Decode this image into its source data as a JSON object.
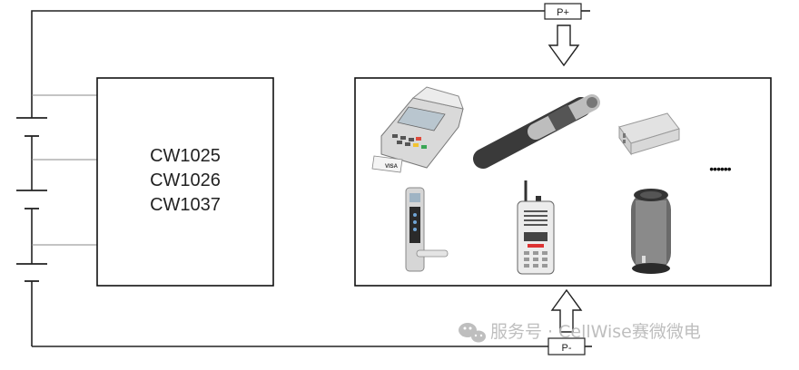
{
  "terminals": {
    "positive": "P+",
    "negative": "P-"
  },
  "chip": {
    "models": [
      "CW1025",
      "CW1026",
      "CW1037"
    ]
  },
  "devices": {
    "ellipsis": "••••••",
    "items": [
      {
        "name": "pos-terminal-icon",
        "label": "VISA"
      },
      {
        "name": "handheld-scanner-icon"
      },
      {
        "name": "power-bank-icon"
      },
      {
        "name": "smart-door-lock-icon"
      },
      {
        "name": "walkie-talkie-icon"
      },
      {
        "name": "bluetooth-speaker-icon"
      }
    ]
  },
  "watermark": {
    "text": "服务号 · CellWise赛微微电",
    "icon": "wechat-icon"
  },
  "colors": {
    "line": "#222222",
    "border": "#111111",
    "watermark": "#b8b8b8",
    "device_gray": "#9e9e9e",
    "device_dark": "#2b2b2b"
  }
}
